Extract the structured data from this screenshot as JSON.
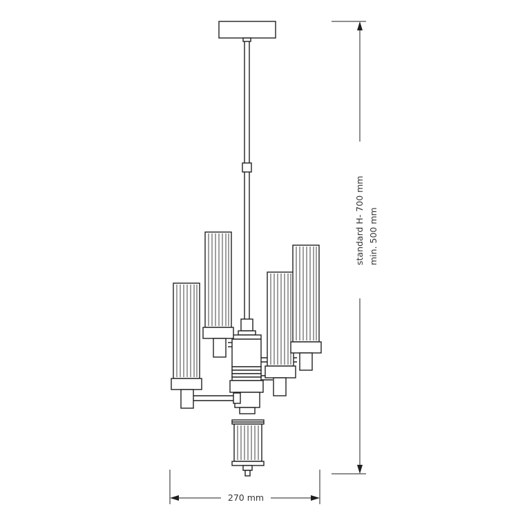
{
  "dimensions": {
    "width_label": "270 mm",
    "height_standard_label": "standard H- 700 mm",
    "height_min_label": "min. 500 mm"
  },
  "colors": {
    "line": "#1e1e1e",
    "text": "#333333",
    "background": "#ffffff"
  }
}
